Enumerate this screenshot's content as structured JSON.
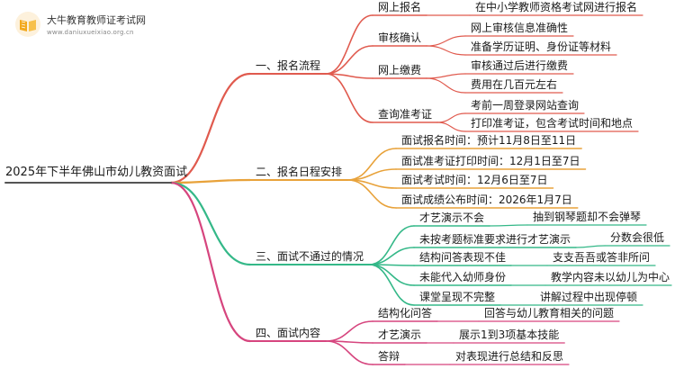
{
  "brand": {
    "title": "大牛教育教师证考试网",
    "url": "www.daniuxueixiao.org.cn",
    "icon": "open-book-icon",
    "icon_color": "#f2a81d"
  },
  "root": {
    "label": "2025年下半年佛山市幼儿教资面试"
  },
  "branches": [
    {
      "id": "flow",
      "label": "一、报名流程",
      "color": "#e05a4e",
      "children": [
        {
          "label": "网上报名",
          "details": [
            "在中小学教师资格考试网进行报名"
          ]
        },
        {
          "label": "审核确认",
          "details": [
            "网上审核信息准确性",
            "准备学历证明、身份证等材料"
          ]
        },
        {
          "label": "网上缴费",
          "details": [
            "审核通过后进行缴费",
            "费用在几百元左右"
          ]
        },
        {
          "label": "查询准考证",
          "details": [
            "考前一周登录网站查询",
            "打印准考证，包含考试时间和地点"
          ]
        }
      ]
    },
    {
      "id": "schedule",
      "label": "二、报名日程安排",
      "color": "#e8a23a",
      "children": [
        {
          "label": "面试报名时间：预计11月8日至11日",
          "details": []
        },
        {
          "label": "面试准考证打印时间：12月1日至7日",
          "details": []
        },
        {
          "label": "面试考试时间：12月6日至7日",
          "details": []
        },
        {
          "label": "面试成绩公布时间：2026年1月7日",
          "details": []
        }
      ]
    },
    {
      "id": "fail",
      "label": "三、面试不通过的情况",
      "color": "#34b888",
      "children": [
        {
          "label": "才艺演示不会",
          "details": [
            "抽到钢琴题却不会弹琴"
          ]
        },
        {
          "label": "未按考题标准要求进行才艺演示",
          "details": [
            "分数会很低"
          ]
        },
        {
          "label": "结构问答表现不佳",
          "details": [
            "支支吾吾或答非所问"
          ]
        },
        {
          "label": "未能代入幼师身份",
          "details": [
            "教学内容未以幼儿为中心"
          ]
        },
        {
          "label": "课堂呈现不完整",
          "details": [
            "讲解过程中出现停顿"
          ]
        }
      ]
    },
    {
      "id": "content",
      "label": "四、面试内容",
      "color": "#d6457e",
      "children": [
        {
          "label": "结构化问答",
          "details": [
            "回答与幼儿教育相关的问题"
          ]
        },
        {
          "label": "才艺演示",
          "details": [
            "展示1到3项基本技能"
          ]
        },
        {
          "label": "答辩",
          "details": [
            "对表现进行总结和反思"
          ]
        }
      ]
    }
  ]
}
